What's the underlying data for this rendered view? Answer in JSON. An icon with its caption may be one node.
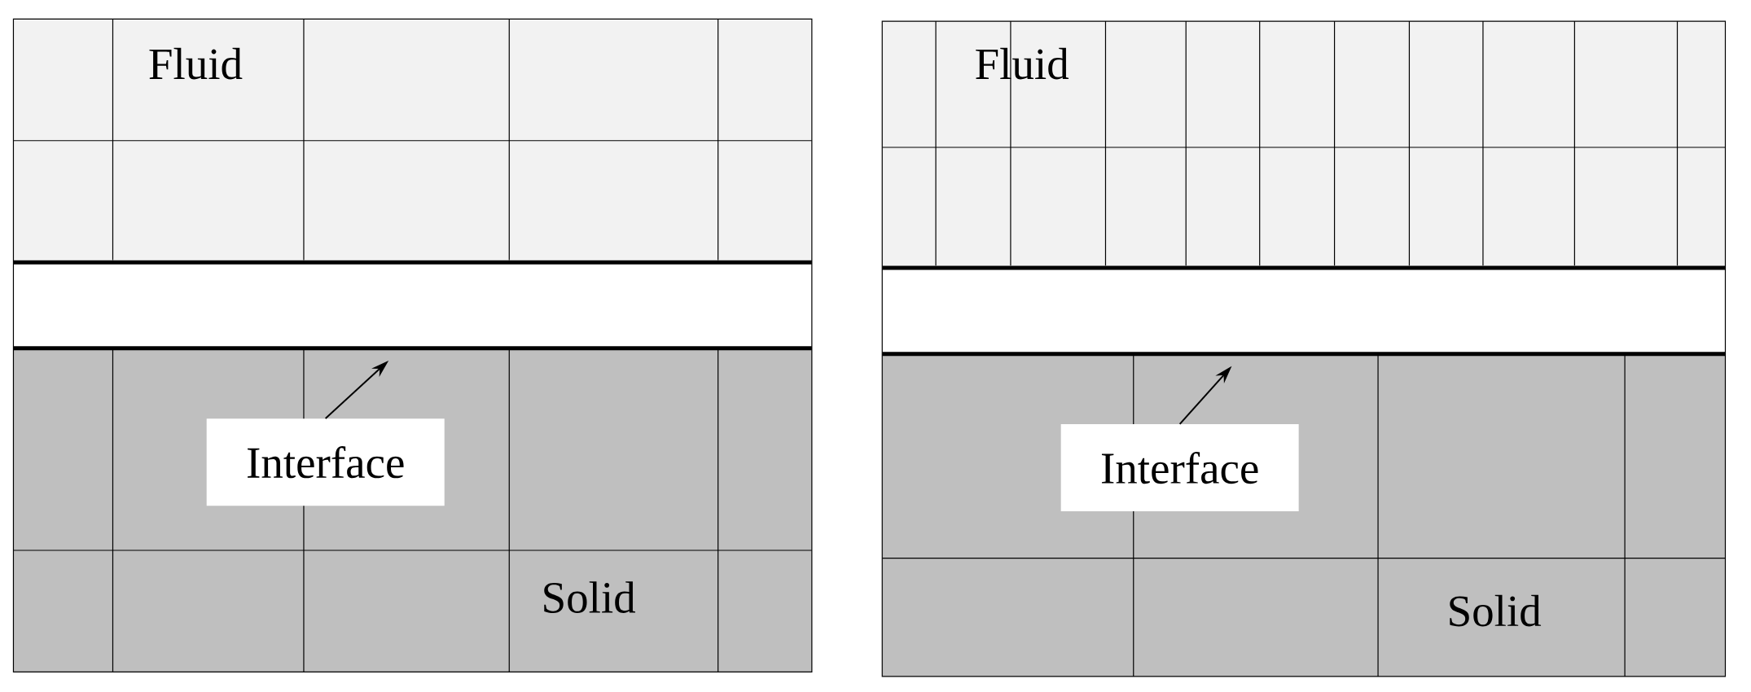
{
  "diagram": {
    "nodes": [
      {
        "text": [
          "Interface"
        ]
      },
      {
        "text": [
          "Interface"
        ]
      }
    ],
    "edges": [
      {
        "from": 0,
        "to": null,
        "arrow": "to"
      },
      {
        "from": 1,
        "to": null,
        "arrow": "to"
      }
    ],
    "labels": [
      "Fluid",
      "Solid",
      "Fluid",
      "Solid"
    ]
  }
}
